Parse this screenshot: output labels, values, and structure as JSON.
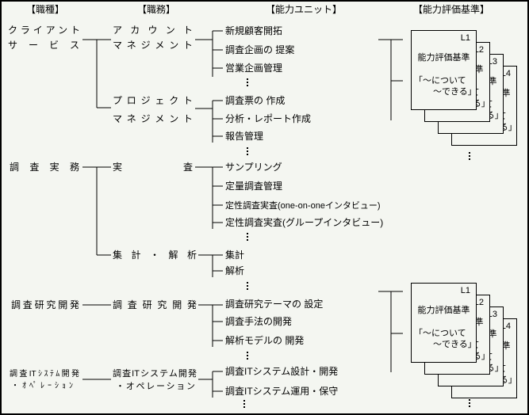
{
  "headers": {
    "job_category": "【職種】",
    "job_duty": "【職務】",
    "ability_unit": "【能力ユニット】",
    "evaluation_standard": "【能力評価基準】"
  },
  "job_categories": {
    "client_service": {
      "line1": "クライアント",
      "line2": "サービス"
    },
    "research_practice": "調査実務",
    "research_rnd": "調査研究開発",
    "it_ops": {
      "line1": "調査ITｼｽﾃﾑ開発",
      "line2": "・ｵﾍﾟﾚｰｼｮﾝ"
    }
  },
  "job_duties": {
    "account_management": {
      "line1": "アカウント",
      "line2": "マネジメント"
    },
    "project_management": {
      "line1": "プロジェクト",
      "line2": "マネジメント"
    },
    "fieldwork": "実査",
    "tabulation_analysis": "集計・解析",
    "research_rnd": "調査研究開発",
    "it_ops": {
      "line1": "調査ITシステム開発",
      "line2": "・オペレーション"
    }
  },
  "ability_units": {
    "account_management": [
      "新規顧客開拓",
      "調査企画の 提案",
      "営業企画管理"
    ],
    "project_management": [
      "調査票の 作成",
      "分析・レポート作成",
      "報告管理"
    ],
    "fieldwork": [
      "サンプリング",
      "定量調査管理",
      "定性調査実査(one-on-oneインタビュー)",
      "定性調査実査(グループインタビュー)"
    ],
    "tabulation_analysis": [
      "集計",
      "解析"
    ],
    "research_rnd": [
      "調査研究テーマの 設定",
      "調査手法の開発",
      "解析モデルの 開発"
    ],
    "it_ops": [
      "調査ITシステム設計・開発",
      "調査ITシステム運用・保守"
    ]
  },
  "evaluation_card": {
    "levels": [
      "L1",
      "L2",
      "L3",
      "L4"
    ],
    "title": "能力評価基準",
    "quote_line1": "「～について",
    "quote_line2": "～できる」"
  },
  "ellipsis_symbol": "⋮",
  "colors": {
    "background": "#f4f6f1",
    "line": "#000000"
  }
}
